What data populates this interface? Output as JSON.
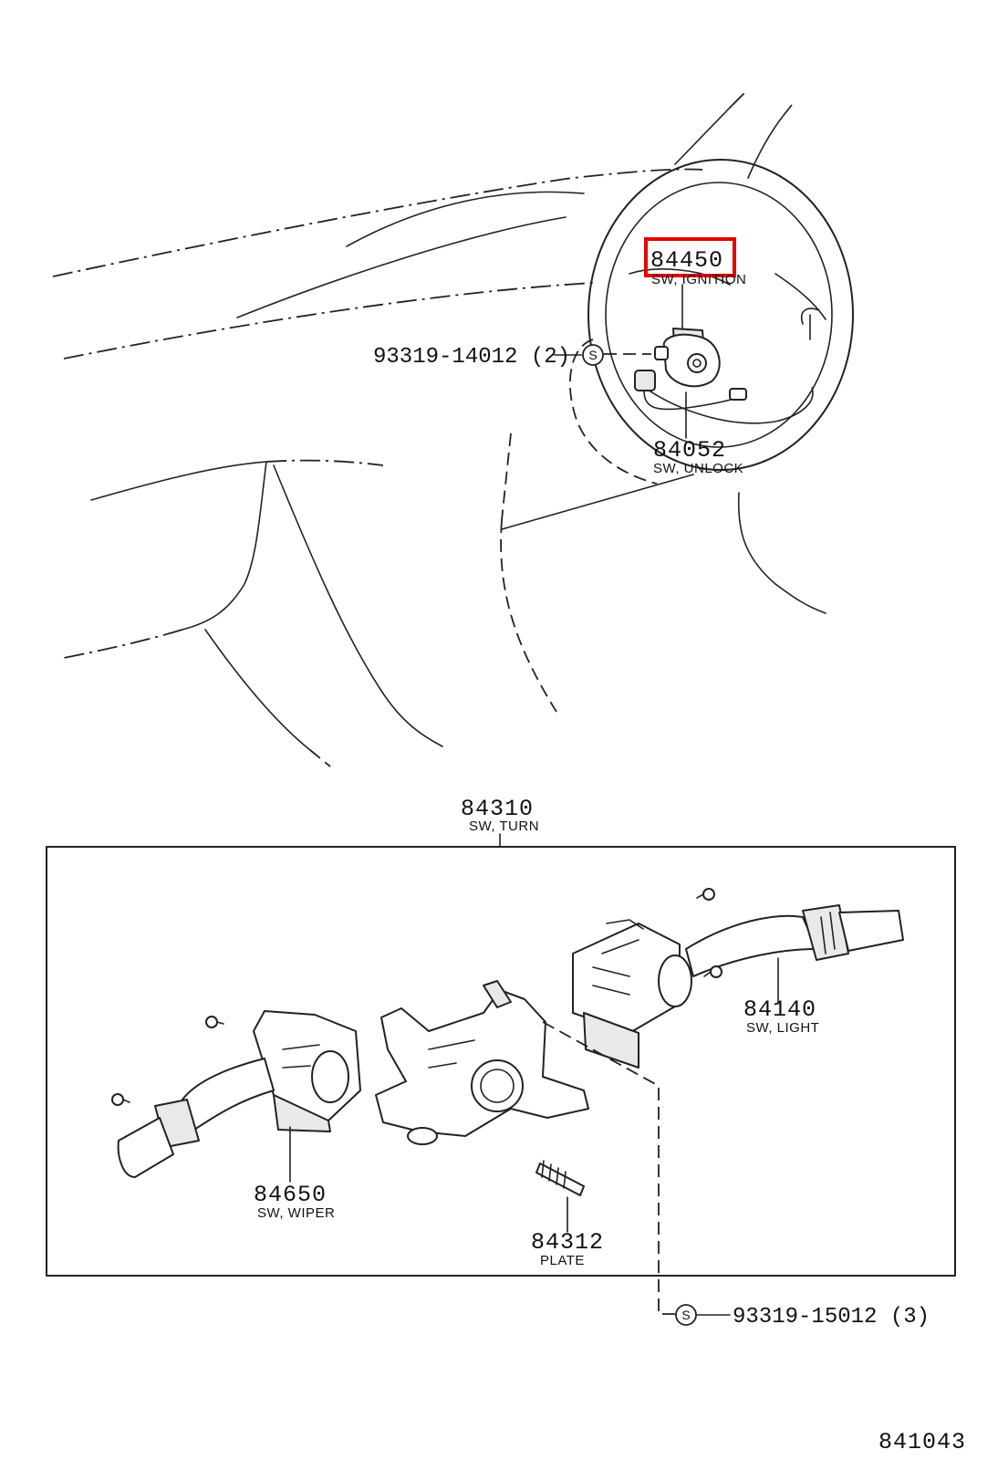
{
  "highlight_color": "#e60000",
  "callouts": {
    "ignition": {
      "number": "84450",
      "name": "SW, IGNITION"
    },
    "unlock": {
      "number": "84052",
      "name": "SW, UNLOCK"
    },
    "screw_upper": {
      "number": "93319-14012 (2)",
      "symbol": "S"
    },
    "turn": {
      "number": "84310",
      "name": "SW, TURN"
    },
    "light": {
      "number": "84140",
      "name": "SW, LIGHT"
    },
    "wiper": {
      "number": "84650",
      "name": "SW, WIPER"
    },
    "plate": {
      "number": "84312",
      "name": "PLATE"
    },
    "screw_lower": {
      "number": "93319-15012 (3)",
      "symbol": "S"
    }
  },
  "figure_id": "841043"
}
